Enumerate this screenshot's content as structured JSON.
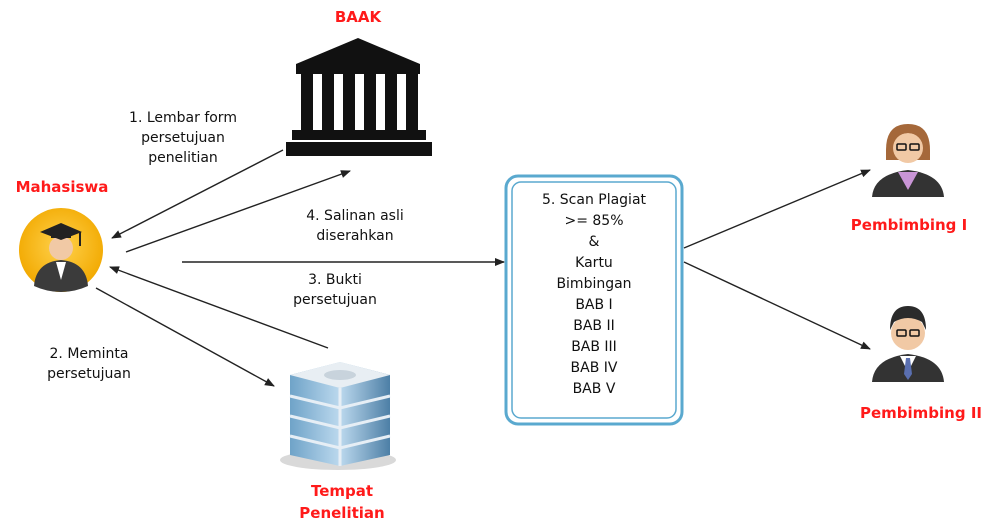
{
  "nodes": {
    "baak": {
      "label": "BAAK"
    },
    "mahasiswa": {
      "label": "Mahasiswa"
    },
    "tempat": {
      "label_line1": "Tempat",
      "label_line2": "Penelitian"
    },
    "pembimbing1": {
      "label": "Pembimbing I"
    },
    "pembimbing2": {
      "label": "Pembimbing II"
    }
  },
  "edges": {
    "step1": {
      "line1": "1. Lembar form",
      "line2": "persetujuan",
      "line3": "penelitian"
    },
    "step2": {
      "line1": "2. Meminta",
      "line2": "persetujuan"
    },
    "step3": {
      "line1": "3. Bukti",
      "line2": "persetujuan"
    },
    "step4": {
      "line1": "4. Salinan asli",
      "line2": "diserahkan"
    }
  },
  "box": {
    "lines": [
      "5. Scan Plagiat",
      ">= 85%",
      "&",
      "Kartu",
      "Bimbingan",
      "BAB I",
      "BAB II",
      "BAB III",
      "BAB IV",
      "BAB V"
    ]
  },
  "colors": {
    "accent_red": "#ff1a1a",
    "box_border": "#5aa9cf",
    "arrow": "#222222"
  }
}
